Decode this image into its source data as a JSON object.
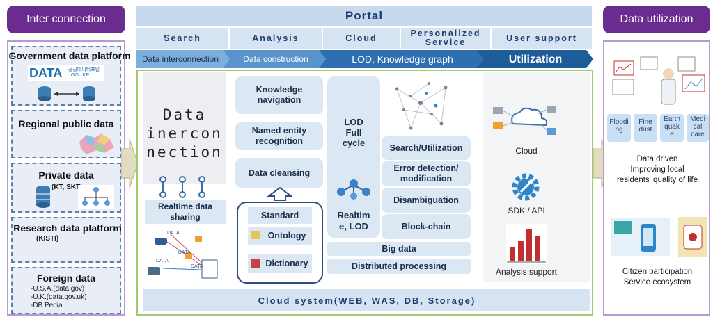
{
  "headers": {
    "left": "Inter connection",
    "right": "Data utilization",
    "portal": "Portal"
  },
  "menu": [
    "Search",
    "Analysis",
    "Cloud",
    "Personalized Service",
    "User support"
  ],
  "flow": [
    "Data interconnection",
    "Data construction",
    "LOD, Knowledge graph",
    "Utilization"
  ],
  "sources": {
    "government": {
      "title": "Government data platform",
      "logo": "DATA",
      "logo_sub": "공공데이터포털\n. GO . KR"
    },
    "regional": {
      "title": "Regional public data"
    },
    "private": {
      "title": "Private data",
      "note": "(KT, SKT)"
    },
    "research": {
      "title": "Research data platform",
      "note": "(KISTI)"
    },
    "foreign": {
      "title": "Foreign data",
      "items": [
        "-U.S.A.(data.gov)",
        "-U.K.(data.gov.uk)",
        "-DB Pedia"
      ]
    }
  },
  "interconnection": {
    "big_title": "Data\ninercon\nnection",
    "realtime": "Realtime data\nsharing",
    "data_tags": [
      "DATA",
      "DATA",
      "DATA",
      "DATA"
    ]
  },
  "construction": {
    "items": [
      "Knowledge\nnavigation",
      "Named entity\nrecognition",
      "Data cleansing"
    ],
    "ontology_box": [
      "Standard",
      "Ontology",
      "Dictionary"
    ]
  },
  "lod": {
    "cycle": "LOD\nFull\ncycle",
    "realtime": "Realtim\ne, LOD",
    "services": [
      "Search/Utilization",
      "Error detection/\nmodification",
      "Disambiguation",
      "Block-chain"
    ],
    "bigdata": "Big data",
    "distributed": "Distributed processing"
  },
  "utilization": {
    "cloud": "Cloud",
    "sdk": "SDK / API",
    "analysis": "Analysis support"
  },
  "cloud_system": "Cloud system(WEB, WAS, DB, Storage)",
  "outcomes": {
    "tiles": [
      "Floodi\nng",
      "Fine\ndust",
      "Earth\nquak\ne",
      "Medi\ncal\ncare"
    ],
    "driven": "Data driven\nImproving local\nresidents' quality of life",
    "citizen": "Citizen participation\nService ecosystem"
  }
}
